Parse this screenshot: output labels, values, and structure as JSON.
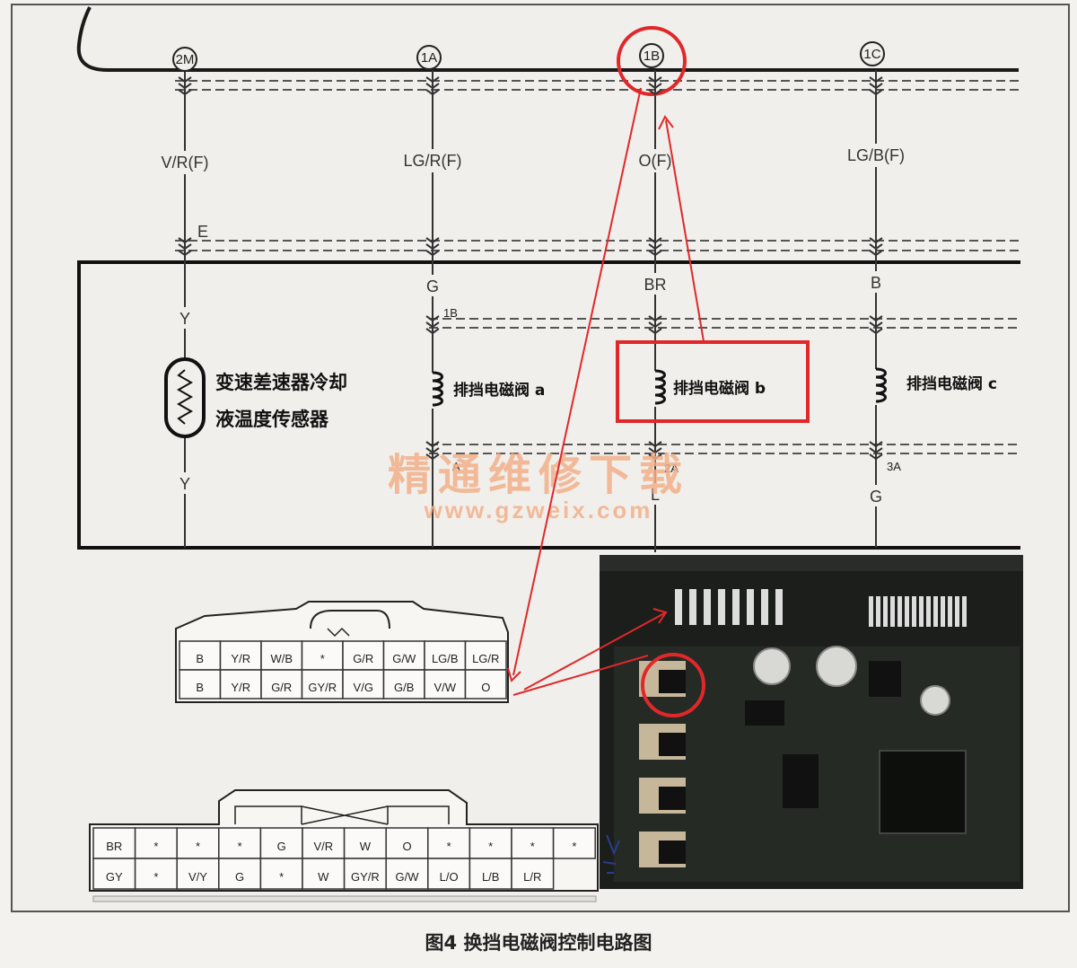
{
  "caption": "图4 换挡电磁阀控制电路图",
  "connectors_top": [
    "2M",
    "1A",
    "1B",
    "1C"
  ],
  "wires_top": [
    "V/R(F)",
    "LG/R(F)",
    "O(F)",
    "LG/B(F)"
  ],
  "wires_mid": [
    "Y",
    "G",
    "BR",
    "B"
  ],
  "wires_bottom": [
    "Y",
    "",
    "L",
    "G"
  ],
  "junction_labels": {
    "e": "E",
    "node_1b": "1B",
    "node_a": "A",
    "node_2a": "2A",
    "node_3a": "3A"
  },
  "components": {
    "sensor_line1": "变速差速器冷却",
    "sensor_line2": "液温度传感器",
    "solenoid_a": "排挡电磁阀 a",
    "solenoid_b": "排挡电磁阀 b",
    "solenoid_c": "排挡电磁阀 c"
  },
  "connector_small": {
    "row1": [
      "B",
      "Y/R",
      "W/B",
      "*",
      "G/R",
      "G/W",
      "LG/B",
      "LG/R"
    ],
    "row2": [
      "B",
      "Y/R",
      "G/R",
      "GY/R",
      "V/G",
      "G/B",
      "V/W",
      "O"
    ]
  },
  "connector_large": {
    "row1": [
      "BR",
      "*",
      "*",
      "*",
      "G",
      "V/R",
      "W",
      "O",
      "*",
      "*",
      "*",
      "*"
    ],
    "row2": [
      "GY",
      "*",
      "V/Y",
      "G",
      "*",
      "W",
      "GY/R",
      "G/W",
      "L/O",
      "L/B",
      "L/R"
    ]
  },
  "watermark": {
    "title": "精通维修下载",
    "url": "www.gzweix.com"
  },
  "colors": {
    "highlight": "#e0282a",
    "line": "#222222",
    "board": "#1c1e1c"
  }
}
